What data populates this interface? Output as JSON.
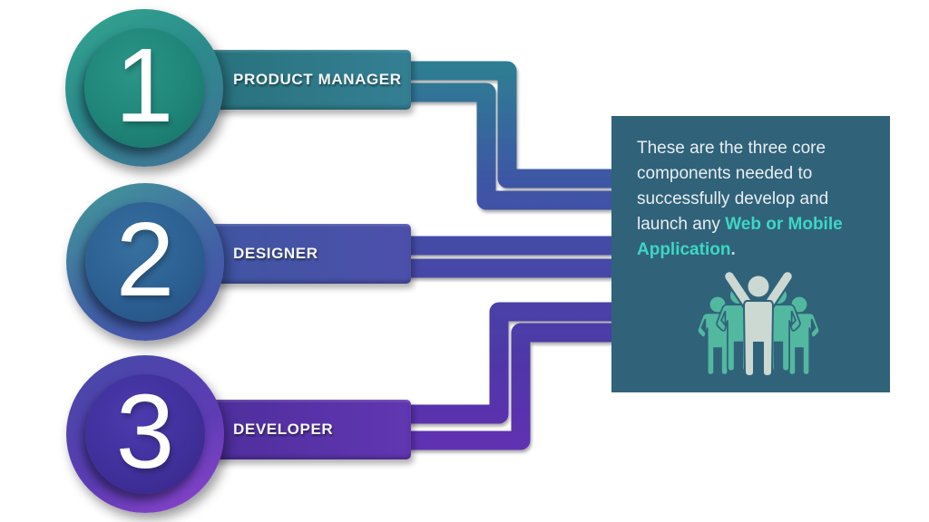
{
  "steps": [
    {
      "number": "1",
      "label": "PRODUCT MANAGER"
    },
    {
      "number": "2",
      "label": "DESIGNER"
    },
    {
      "number": "3",
      "label": "DEVELOPER"
    }
  ],
  "info_box": {
    "text": "These are the three core components needed to successfully develop and launch any ",
    "highlight": "Web or Mobile Application",
    "period": ".",
    "icon": "team-celebration-icon"
  },
  "colors": {
    "step1_accent": "#2a9d8f",
    "step2_accent": "#3f5fa8",
    "step3_accent": "#5a2ea6",
    "box_bg": "#30627a",
    "highlight_text": "#3ed6c4",
    "icon_teal": "#53b8a0",
    "icon_light": "#ccd8d2"
  }
}
